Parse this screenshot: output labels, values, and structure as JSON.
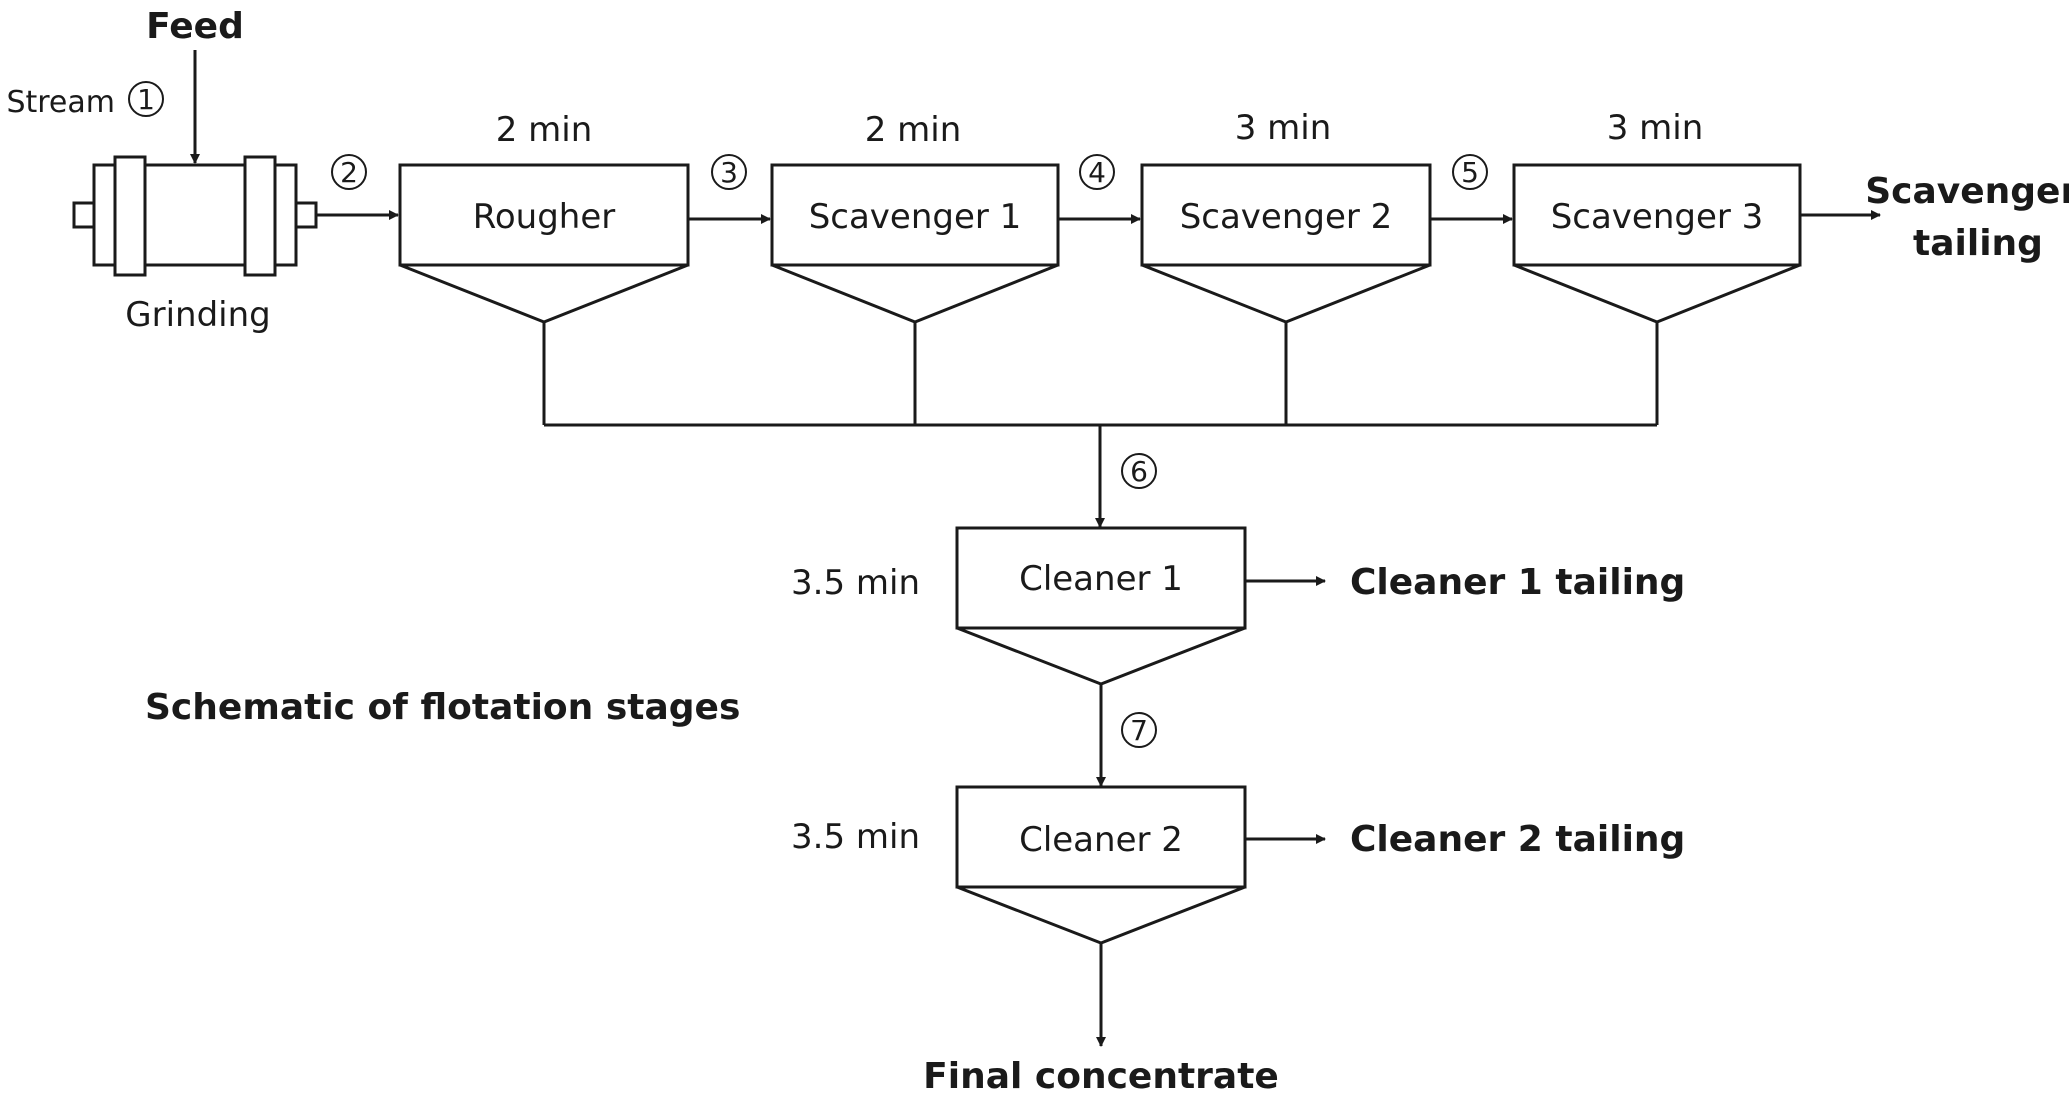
{
  "feed_label": "Feed",
  "stream_word": "Stream",
  "grinding_label": "Grinding",
  "streams": [
    "1",
    "2",
    "3",
    "4",
    "5",
    "6",
    "7"
  ],
  "cells": [
    {
      "id": "rougher",
      "name": "Rougher",
      "time": "2 min"
    },
    {
      "id": "scavenger-1",
      "name": "Scavenger 1",
      "time": "2 min"
    },
    {
      "id": "scavenger-2",
      "name": "Scavenger 2",
      "time": "3 min"
    },
    {
      "id": "scavenger-3",
      "name": "Scavenger 3",
      "time": "3 min"
    }
  ],
  "scavenger_tailing": [
    "Scavenger",
    "tailing"
  ],
  "cleaners": [
    {
      "id": "cleaner-1",
      "name": "Cleaner 1",
      "time": "3.5 min",
      "tailing": "Cleaner 1 tailing"
    },
    {
      "id": "cleaner-2",
      "name": "Cleaner 2",
      "time": "3.5 min",
      "tailing": "Cleaner 2 tailing"
    }
  ],
  "caption": "Schematic of flotation stages",
  "final_concentrate": "Final concentrate"
}
